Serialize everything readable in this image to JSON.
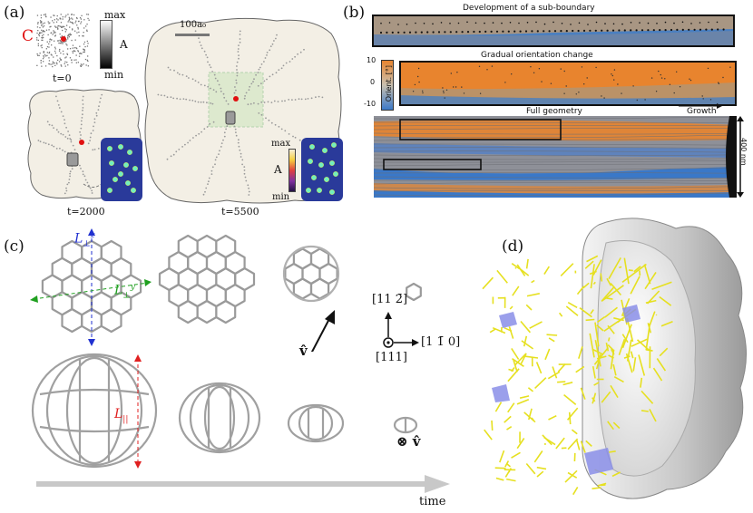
{
  "panel_a": {
    "label": "(a)",
    "colorbar_gray": {
      "max": "max",
      "min": "min",
      "quantity": "A"
    },
    "colorbar_rainbow": {
      "max": "max",
      "min": "min",
      "quantity": "A"
    },
    "seed_marker": "C",
    "scale_bar": "100a₀",
    "times": [
      "t=0",
      "t=2000",
      "t=5500"
    ]
  },
  "panel_b": {
    "label": "(b)",
    "strip1_title": "Development of a sub-boundary",
    "strip2_title": "Gradual orientation change",
    "strip3_title": "Full geometry",
    "colorbar_label": "Orient. [°]",
    "ticks": [
      "10",
      "0",
      "-10"
    ],
    "growth": "Growth",
    "size": "400 nm",
    "colors": {
      "orange": "#e8842e",
      "blue": "#3a78c8",
      "gray": "#9a948c"
    }
  },
  "panel_c": {
    "label": "(c)",
    "lz": "L",
    "lz_sub": "⊥",
    "lz_sup": "z",
    "ly": "L",
    "ly_sub": "⊥",
    "ly_sup": "y",
    "lpar": "L",
    "lpar_sub": "||",
    "v_hat": "v̂",
    "dir_up": "[11 2̄]",
    "dir_right": "[1 1̄ 0]",
    "dir_out": "[111]",
    "otimes_v": "⊗ v̂",
    "time": "time"
  },
  "panel_d": {
    "label": "(d)"
  }
}
